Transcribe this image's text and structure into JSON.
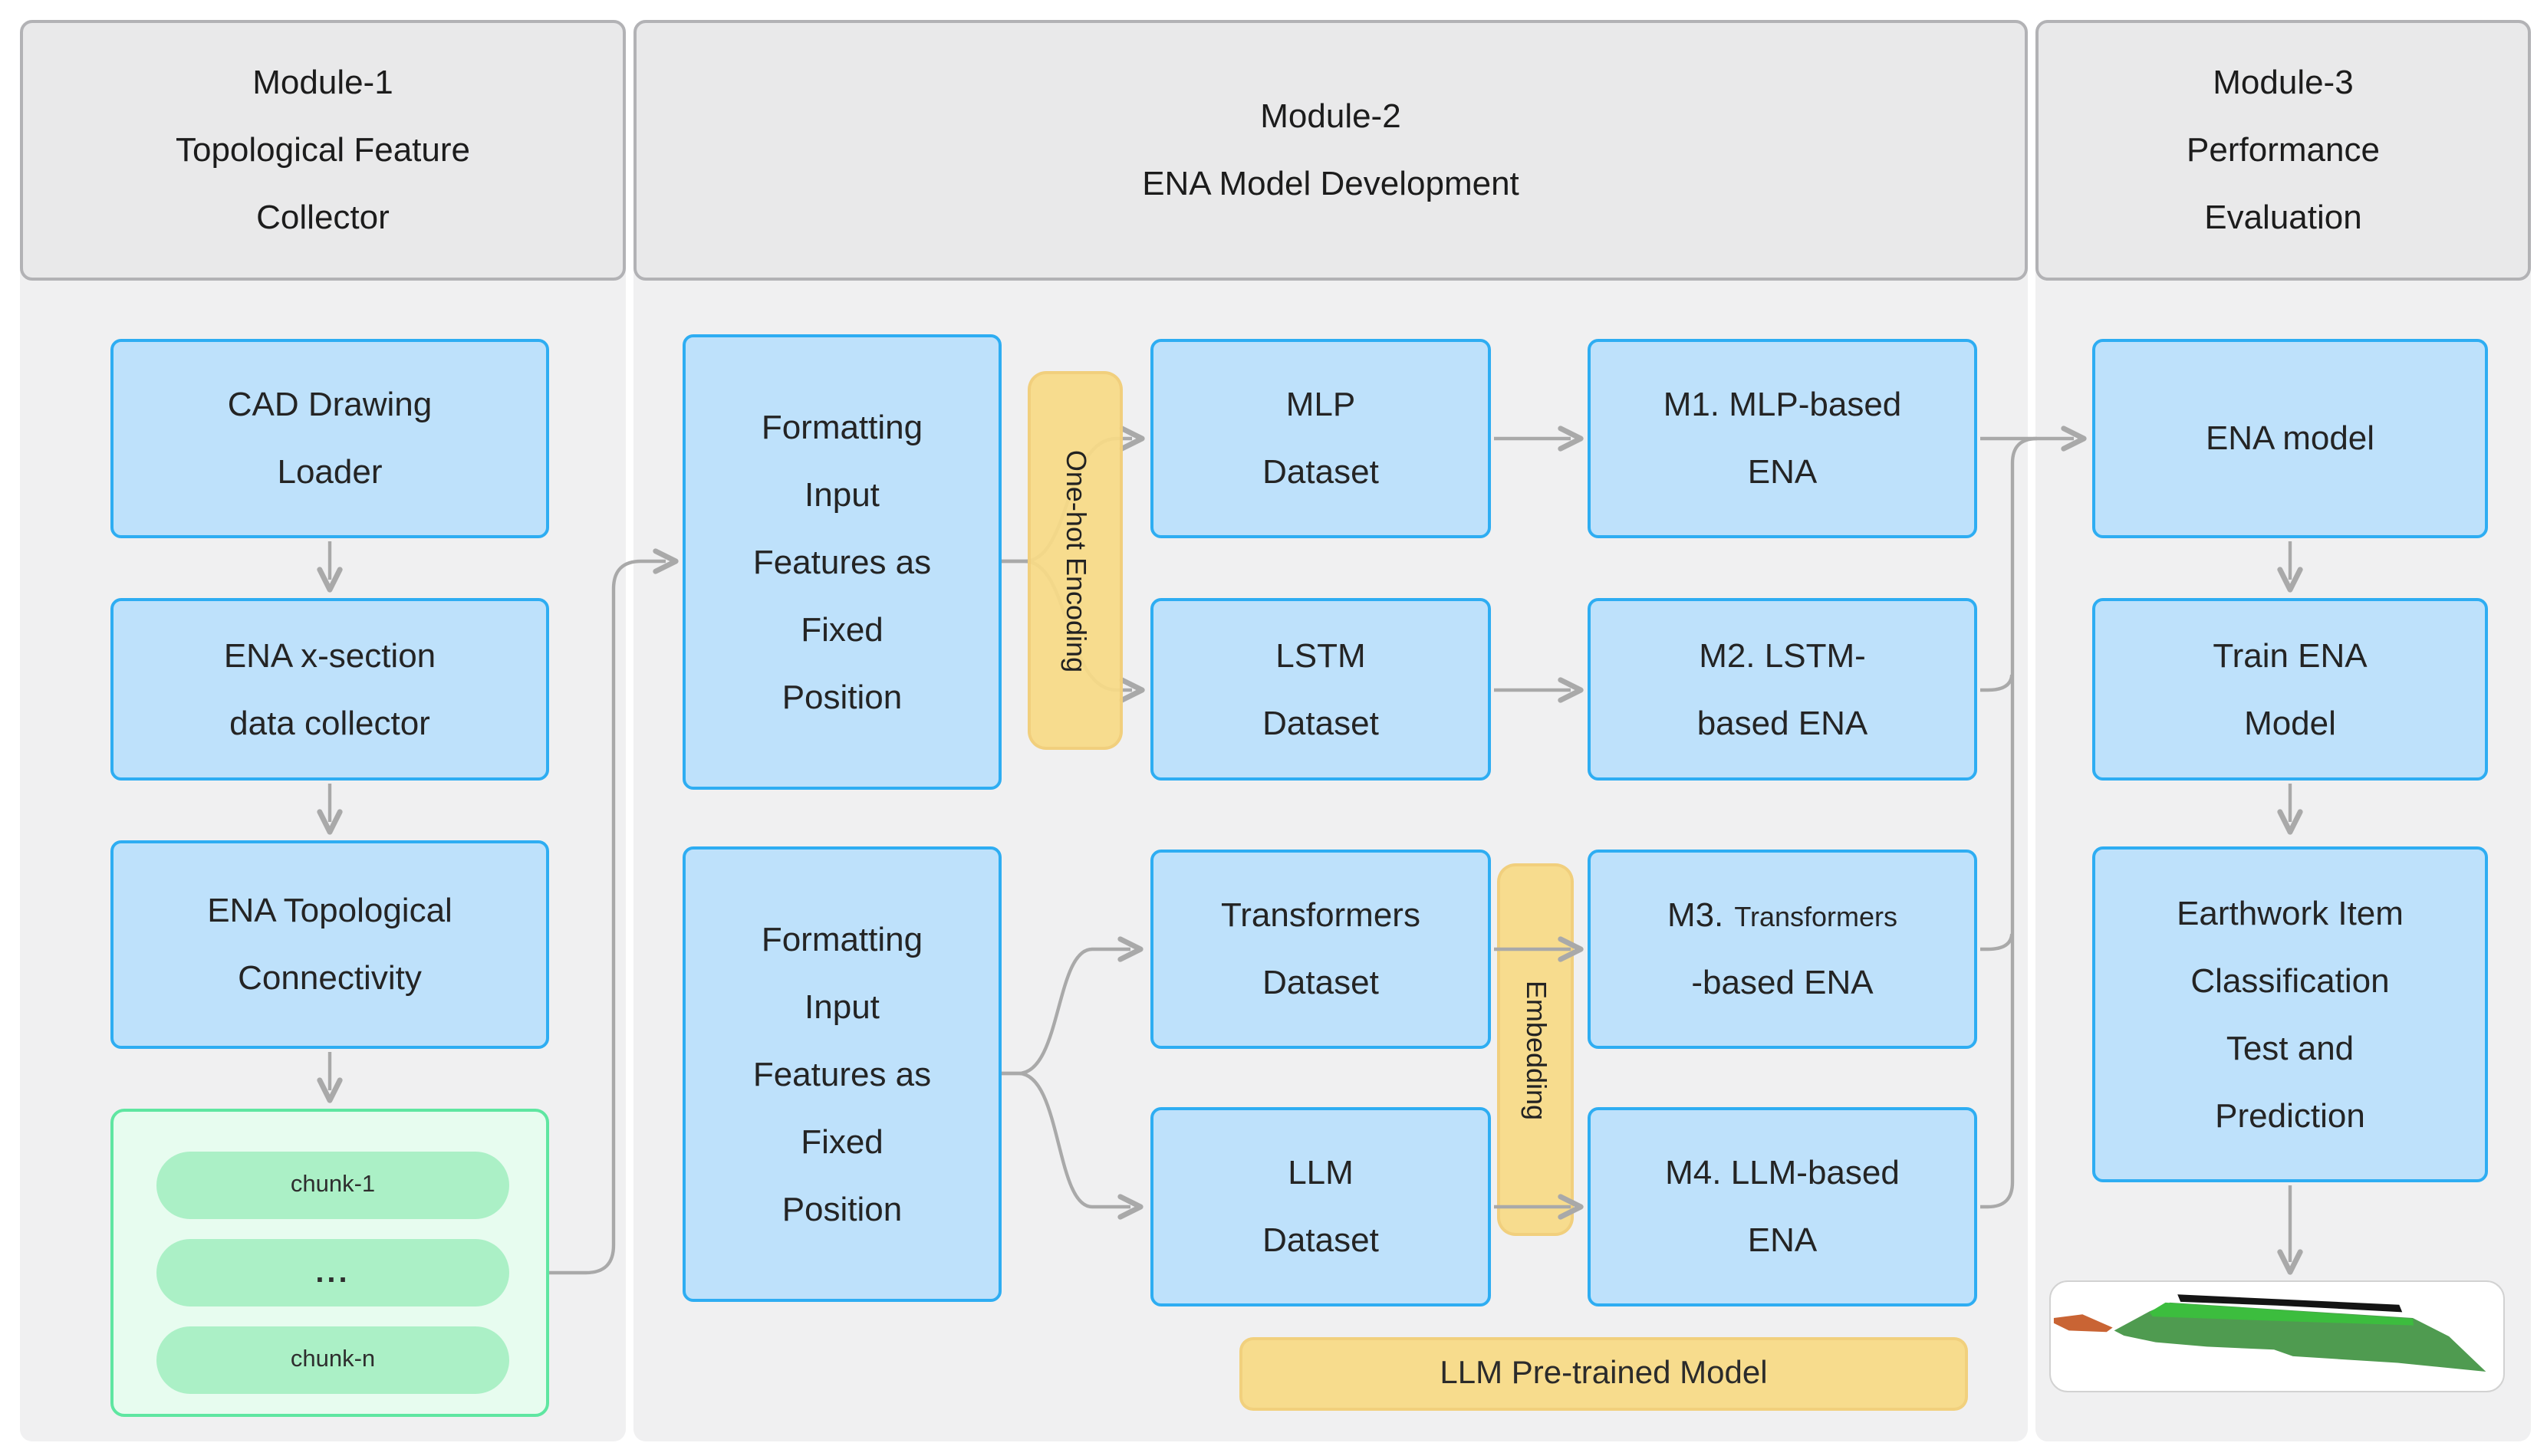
{
  "header": {
    "module1": "Module-1\nTopological Feature\nCollector",
    "module2": "Module-2\nENA Model Development",
    "module3": "Module-3\nPerformance\nEvaluation"
  },
  "module1": {
    "cad_loader": "CAD Drawing\nLoader",
    "xsection_collector": "ENA x-section\ndata collector",
    "topological_connectivity": "ENA Topological\nConnectivity",
    "chunks": [
      "chunk-1",
      "...",
      "chunk-n"
    ]
  },
  "module2": {
    "formatting1": "Formatting\nInput\nFeatures as\nFixed\nPosition",
    "formatting2": "Formatting\nInput\nFeatures as\nFixed\nPosition",
    "onehot_tag": "One-hot Encoding",
    "embedding_tag": "Embedding",
    "mlp_dataset": "MLP\nDataset",
    "lstm_dataset": "LSTM\nDataset",
    "transformers_dataset": "Transformers\nDataset",
    "llm_dataset": "LLM\nDataset",
    "m1": "M1. MLP-based\nENA",
    "m2": "M2. LSTM-\nbased ENA",
    "m3_prefix": "M3.",
    "m3_name": "Transformers",
    "m3_line2": "-based ENA",
    "m4": "M4. LLM-based\nENA",
    "llm_pretrained": "LLM Pre-trained Model"
  },
  "module3": {
    "ena_model": "ENA model",
    "train_model": "Train ENA\nModel",
    "earthwork": "Earthwork Item\nClassification\nTest and\nPrediction",
    "illustration": "earthwork-cross-section-image"
  },
  "colors": {
    "box_fill": "#bee1fb",
    "box_border": "#2eadf2",
    "tag_fill": "#f7da87",
    "green_container_fill": "#e7fcef",
    "green_container_border": "#5fe6a1",
    "pill_fill": "#abf0c6",
    "connector_line": "#a9a9a9",
    "panel_bg": "#f0f0f1",
    "header_bg": "#e9e9ea",
    "header_border": "#b2b2b5",
    "illustration_green": "#4f9b50",
    "illustration_bright_green": "#3cbd3e",
    "illustration_black": "#141414",
    "illustration_orange": "#c96434"
  }
}
